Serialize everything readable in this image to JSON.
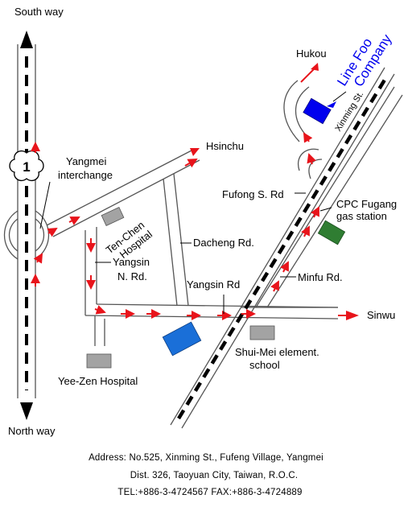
{
  "labels": {
    "south_way": "South way",
    "north_way": "North way",
    "interchange_num": "1",
    "yangmei_line1": "Yangmei",
    "yangmei_line2": "interchange",
    "hsinchu": "Hsinchu",
    "hukou": "Hukou",
    "company_line1": "Line Foo",
    "company_line2": "Company",
    "xinming": "Xinming St.",
    "fufong": "Fufong S. Rd",
    "cpc_line1": "CPC Fugang",
    "cpc_line2": "gas station",
    "tenchen_line1": "Ten-Chen",
    "tenchen_line2": "Hospital",
    "dacheng": "Dacheng Rd.",
    "yangsin_n_line1": "Yangsin",
    "yangsin_n_line2": "N. Rd.",
    "yangsin": "Yangsin Rd",
    "minfu": "Minfu Rd.",
    "sinwu": "Sinwu",
    "shuimei_line1": "Shui-Mei element.",
    "shuimei_line2": "school",
    "yeezen": "Yee-Zen Hospital"
  },
  "footer": {
    "address_line1": "Address: No.525, Xinming St., Fufeng Village, Yangmei",
    "address_line2": "Dist. 326, Taoyuan City, Taiwan, R.O.C.",
    "contact": "TEL:+886-3-4724567   FAX:+886-3-4724889"
  },
  "colors": {
    "route_arrow": "#e8141b",
    "company_building": "#0000ee",
    "company_text": "#0000ee",
    "gas_station": "#2f7d32",
    "destination_building": "#1a6fd8",
    "hospital_gray": "#a3a3a3",
    "road_outline": "#555555"
  }
}
